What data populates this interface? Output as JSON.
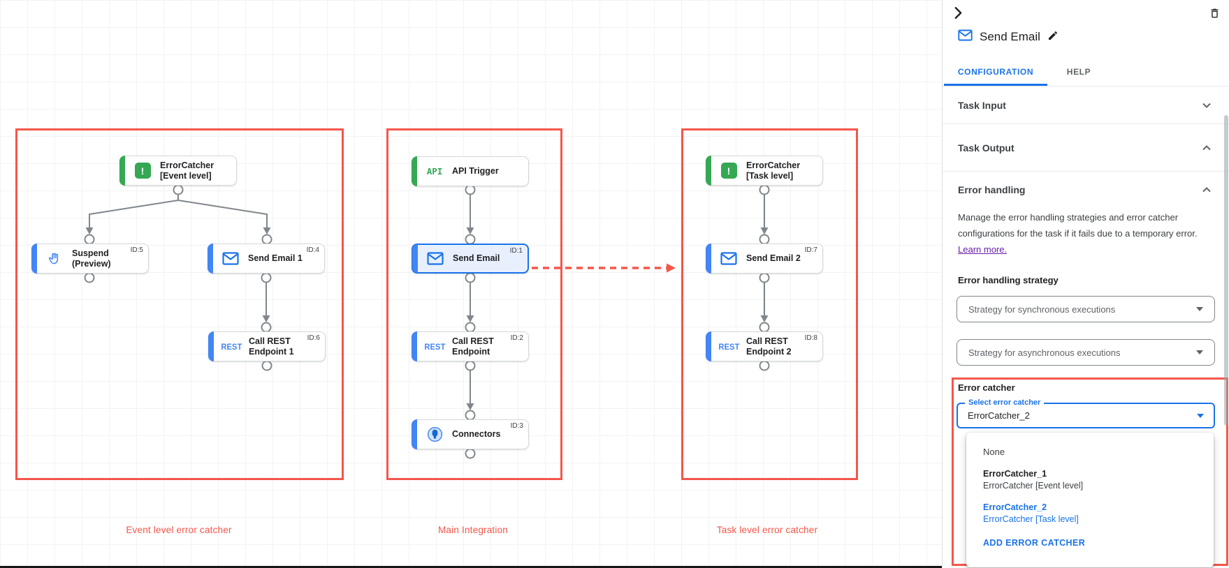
{
  "canvas": {
    "captions": {
      "group1": "Event level error catcher",
      "group2": "Main Integration",
      "group3": "Task level error catcher"
    },
    "nodes": {
      "ec_event": {
        "label": "ErrorCatcher [Event level]",
        "icon_text": "!"
      },
      "suspend": {
        "label": "Suspend (Preview)",
        "id": "ID:5"
      },
      "send_email_1": {
        "label": "Send Email 1",
        "id": "ID:4"
      },
      "call_rest_1": {
        "label": "Call REST Endpoint 1",
        "id": "ID:6",
        "icon_text": "REST"
      },
      "api_trigger": {
        "label": "API Trigger",
        "icon_text": "API"
      },
      "send_email": {
        "label": "Send Email",
        "id": "ID:1"
      },
      "call_rest": {
        "label": "Call REST Endpoint",
        "id": "ID:2",
        "icon_text": "REST"
      },
      "connectors": {
        "label": "Connectors",
        "id": "ID:3"
      },
      "ec_task": {
        "label": "ErrorCatcher [Task level]",
        "icon_text": "!"
      },
      "send_email_2": {
        "label": "Send Email 2",
        "id": "ID:7"
      },
      "call_rest_2": {
        "label": "Call REST Endpoint 2",
        "id": "ID:8",
        "icon_text": "REST"
      }
    },
    "colors": {
      "highlight_red": "#f4564a",
      "node_green": "#34a853",
      "node_blue": "#4285f4",
      "selected_blue": "#1a73e8",
      "error_dot_red": "#c5221f"
    }
  },
  "panel": {
    "title": "Send Email",
    "tabs": {
      "configuration": "CONFIGURATION",
      "help": "HELP"
    },
    "sections": {
      "task_input": "Task Input",
      "task_output": "Task Output",
      "error_handling": "Error handling"
    },
    "error_handling": {
      "description": "Manage the error handling strategies and error catcher configurations for the task if it fails due to a temporary error.",
      "learn_more": "Learn more.",
      "strategy_label": "Error handling strategy",
      "sync_strategy": "Strategy for synchronous executions",
      "async_strategy": "Strategy for asynchronous executions",
      "error_catcher_label": "Error catcher",
      "select_label": "Select error catcher",
      "select_value": "ErrorCatcher_2",
      "menu": {
        "none": "None",
        "option1_title": "ErrorCatcher_1",
        "option1_subtitle": "ErrorCatcher [Event level]",
        "option2_title": "ErrorCatcher_2",
        "option2_subtitle": "ErrorCatcher [Task level]",
        "add_label": "ADD ERROR CATCHER"
      }
    }
  }
}
